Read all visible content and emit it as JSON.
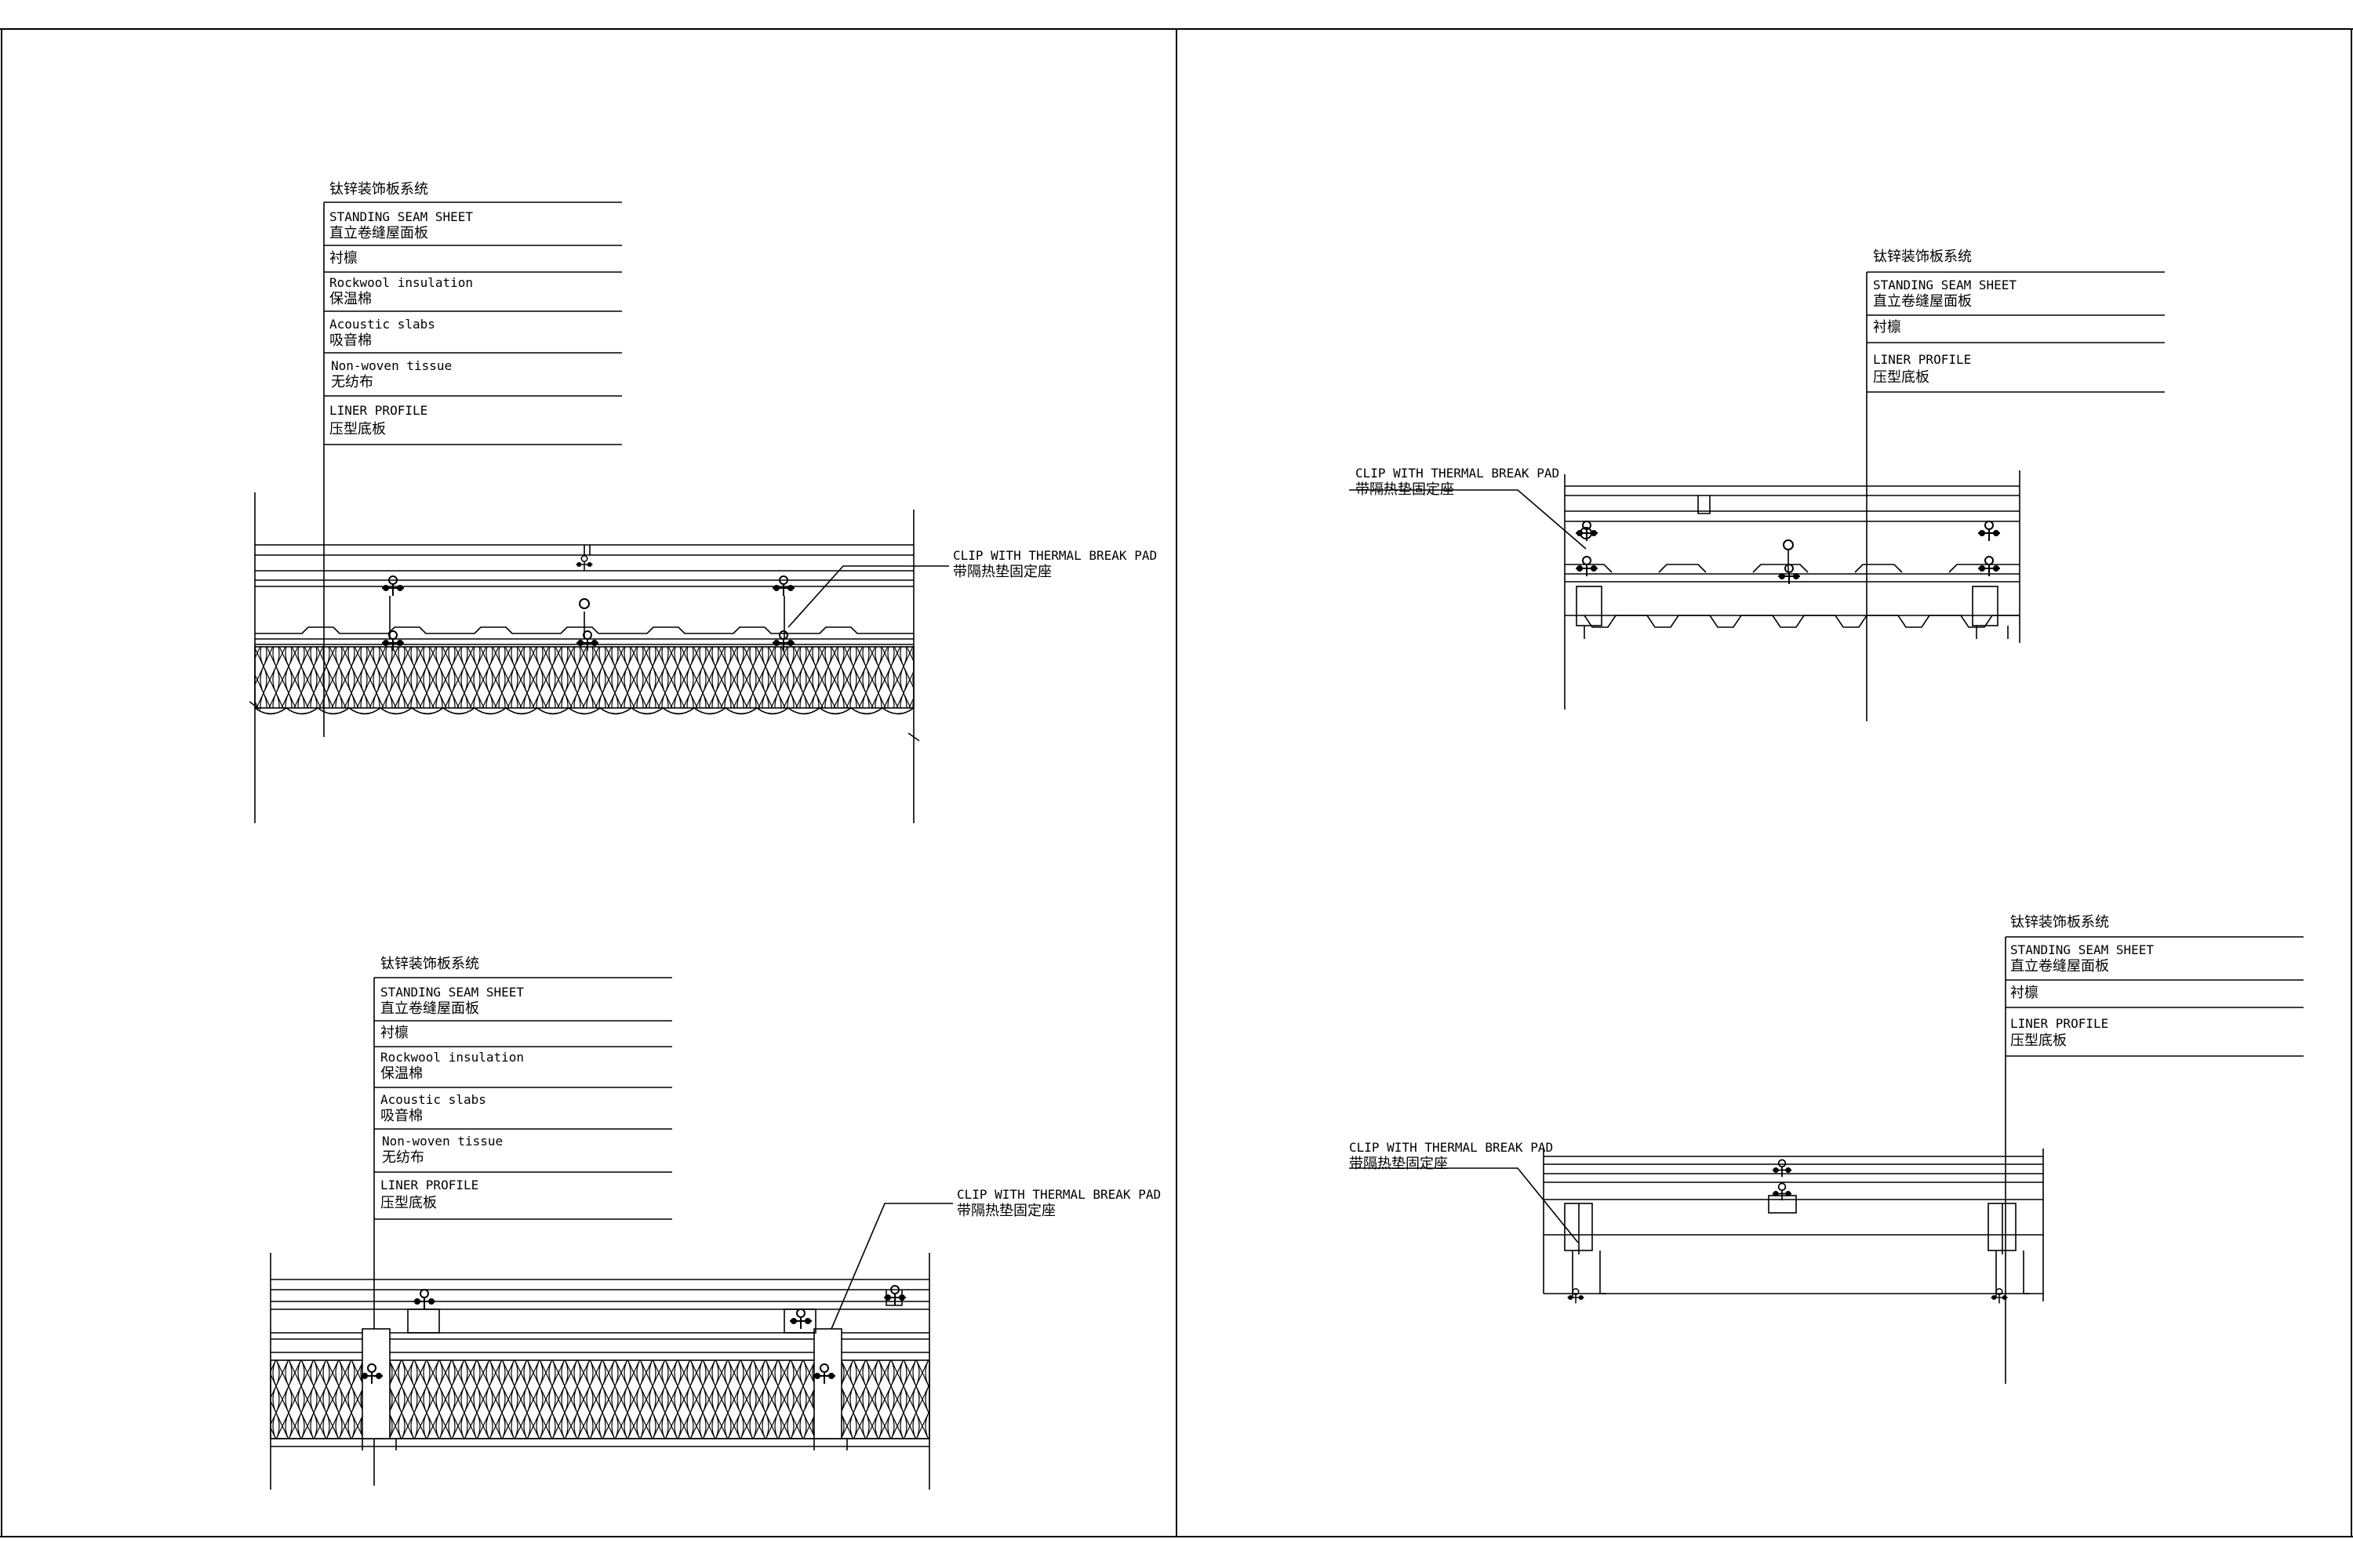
{
  "drawing": {
    "line_color": "#000000",
    "background": "#ffffff"
  },
  "details": {
    "d1": {
      "system_title": "钛锌装饰板系统",
      "layers": [
        {
          "en": "STANDING SEAM SHEET",
          "zh": "直立卷缝屋面板"
        },
        {
          "en": "",
          "zh": "衬檩"
        },
        {
          "en": "Rockwool insulation",
          "zh": "保温棉"
        },
        {
          "en": "Acoustic slabs",
          "zh": "吸音棉"
        },
        {
          "en": "Non-woven tissue",
          "zh": "无纺布"
        },
        {
          "en": "LINER PROFILE",
          "zh": "压型底板"
        }
      ],
      "clip_en": "CLIP WITH THERMAL BREAK PAD",
      "clip_zh": "带隔热垫固定座"
    },
    "d2": {
      "system_title": "钛锌装饰板系统",
      "layers": [
        {
          "en": "STANDING SEAM SHEET",
          "zh": "直立卷缝屋面板"
        },
        {
          "en": "",
          "zh": "衬檩"
        },
        {
          "en": "LINER PROFILE",
          "zh": "压型底板"
        }
      ],
      "clip_en": "CLIP WITH THERMAL BREAK PAD",
      "clip_zh": "带隔热垫固定座"
    },
    "d3": {
      "system_title": "钛锌装饰板系统",
      "layers": [
        {
          "en": "STANDING SEAM SHEET",
          "zh": "直立卷缝屋面板"
        },
        {
          "en": "",
          "zh": "衬檩"
        },
        {
          "en": "Rockwool insulation",
          "zh": "保温棉"
        },
        {
          "en": "Acoustic slabs",
          "zh": "吸音棉"
        },
        {
          "en": "Non-woven tissue",
          "zh": "无纺布"
        },
        {
          "en": "LINER PROFILE",
          "zh": "压型底板"
        }
      ],
      "clip_en": "CLIP WITH THERMAL BREAK PAD",
      "clip_zh": "带隔热垫固定座"
    },
    "d4": {
      "system_title": "钛锌装饰板系统",
      "layers": [
        {
          "en": "STANDING SEAM SHEET",
          "zh": "直立卷缝屋面板"
        },
        {
          "en": "",
          "zh": "衬檩"
        },
        {
          "en": "LINER PROFILE",
          "zh": "压型底板"
        }
      ],
      "clip_en": "CLIP WITH THERMAL BREAK PAD",
      "clip_zh": "带隔热垫固定座"
    }
  }
}
